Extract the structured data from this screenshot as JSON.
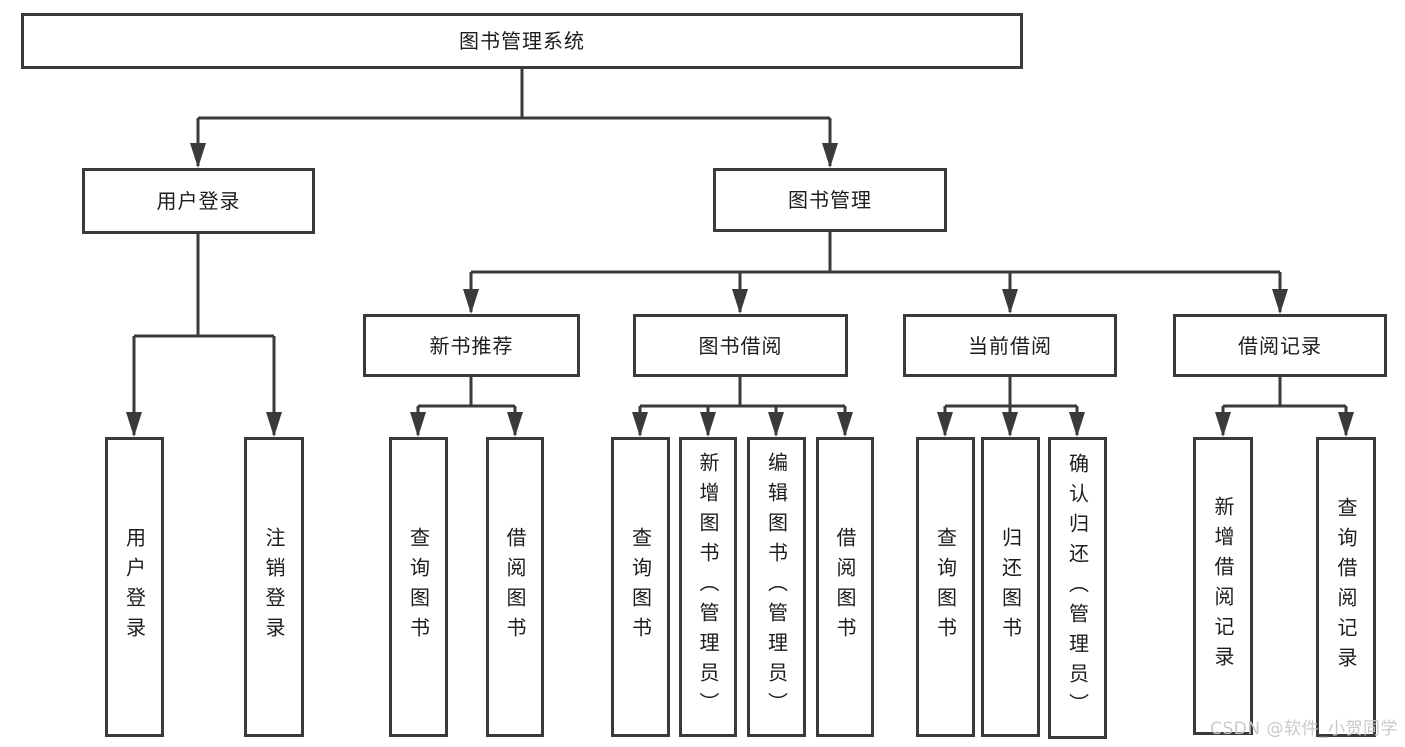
{
  "nodes": {
    "root": {
      "label": "图书管理系统"
    },
    "user_login": {
      "label": "用户登录"
    },
    "book_management": {
      "label": "图书管理"
    },
    "new_book_recommend": {
      "label": "新书推荐"
    },
    "book_borrowing": {
      "label": "图书借阅"
    },
    "current_borrowing": {
      "label": "当前借阅"
    },
    "borrowing_records": {
      "label": "借阅记录"
    },
    "leaf_user_login": {
      "label": "用户登录"
    },
    "leaf_logout": {
      "label": "注销登录"
    },
    "leaf_nbr_query_books": {
      "label": "查询图书"
    },
    "leaf_nbr_borrow_books": {
      "label": "借阅图书"
    },
    "leaf_bb_query_books": {
      "label": "查询图书"
    },
    "leaf_bb_add_books": {
      "label": "新增图书（管理员）"
    },
    "leaf_bb_edit_books": {
      "label": "编辑图书（管理员）"
    },
    "leaf_bb_borrow_books": {
      "label": "借阅图书"
    },
    "leaf_cb_query_books": {
      "label": "查询图书"
    },
    "leaf_cb_return_books": {
      "label": "归还图书"
    },
    "leaf_cb_confirm_return": {
      "label": "确认归还（管理员）"
    },
    "leaf_br_add_record": {
      "label": "新增借阅记录"
    },
    "leaf_br_query_record": {
      "label": "查询借阅记录"
    }
  },
  "hierarchy": {
    "root": "图书管理系统",
    "children": [
      {
        "label": "用户登录",
        "children": [
          "用户登录",
          "注销登录"
        ]
      },
      {
        "label": "图书管理",
        "children": [
          {
            "label": "新书推荐",
            "children": [
              "查询图书",
              "借阅图书"
            ]
          },
          {
            "label": "图书借阅",
            "children": [
              "查询图书",
              "新增图书（管理员）",
              "编辑图书（管理员）",
              "借阅图书"
            ]
          },
          {
            "label": "当前借阅",
            "children": [
              "查询图书",
              "归还图书",
              "确认归还（管理员）"
            ]
          },
          {
            "label": "借阅记录",
            "children": [
              "新增借阅记录",
              "查询借阅记录"
            ]
          }
        ]
      }
    ]
  },
  "watermark": {
    "text": "CSDN @软件_小贺同学"
  },
  "colors": {
    "line": "#3a3a3a",
    "text": "#1d1d1d",
    "watermark": "#c9c9c9",
    "background": "#ffffff"
  }
}
